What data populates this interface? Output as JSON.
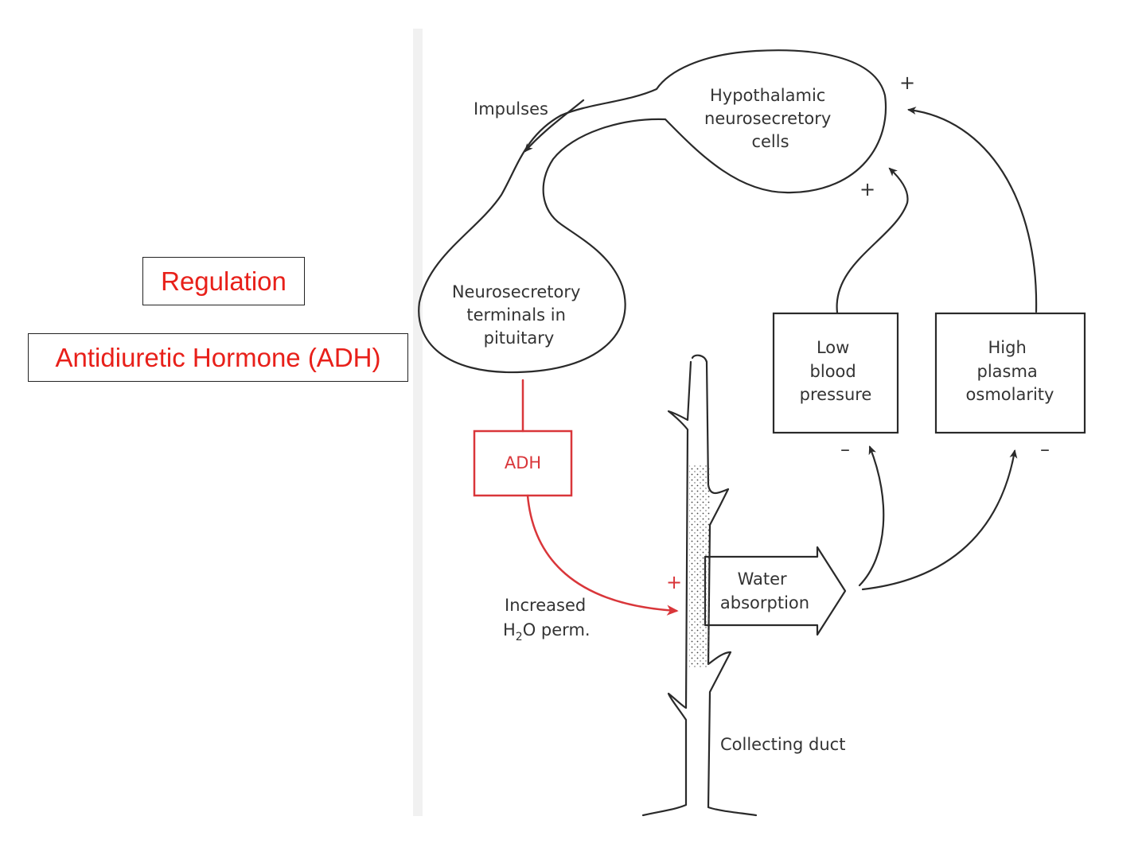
{
  "slide": {
    "heading": "Regulation",
    "subheading": "Antidiuretic Hormone (ADH)"
  },
  "diagram": {
    "hypothalamus": [
      "Hypothalamic",
      "neurosecretory",
      "cells"
    ],
    "impulses": "Impulses",
    "terminals": [
      "Neurosecretory",
      "terminals in",
      "pituitary"
    ],
    "adh": "ADH",
    "increased_perm": {
      "line1": "Increased",
      "h": "H",
      "sub": "2",
      "rest": "O perm."
    },
    "water_absorption": [
      "Water",
      "absorption"
    ],
    "low_bp": [
      "Low",
      "blood",
      "pressure"
    ],
    "high_osm": [
      "High",
      "plasma",
      "osmolarity"
    ],
    "collecting_duct": "Collecting duct",
    "signs": {
      "plus_top": "+",
      "plus_mid": "+",
      "plus_red": "+",
      "minus_left": "–",
      "minus_right": "–"
    }
  },
  "colors": {
    "title_text": "#e8201a",
    "adh_red": "#d9363a",
    "line": "#2a2a2a"
  }
}
